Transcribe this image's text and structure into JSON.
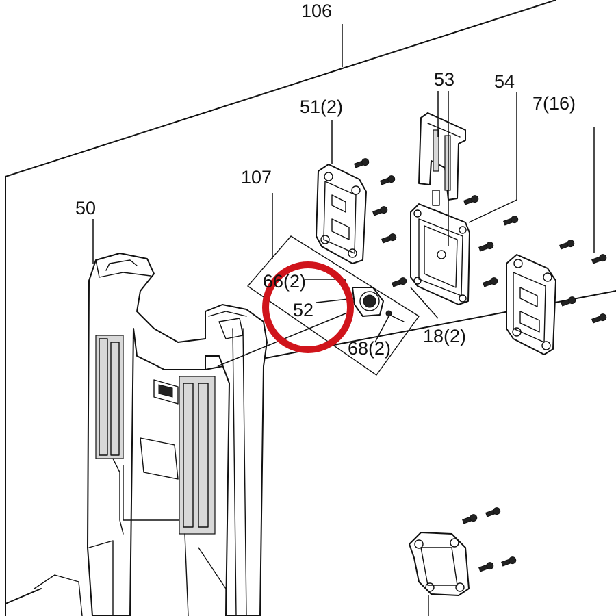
{
  "callouts": {
    "c106": "106",
    "c53": "53",
    "c54": "54",
    "c51": "51(2)",
    "c7": "7(16)",
    "c107": "107",
    "c50": "50",
    "c66": "66(2)",
    "c52": "52",
    "c18": "18(2)",
    "c68": "68(2)"
  },
  "colors": {
    "line": "#111111",
    "highlight_circle": "#d0141b",
    "shading": "#d8d8d8",
    "background": "#ffffff"
  }
}
